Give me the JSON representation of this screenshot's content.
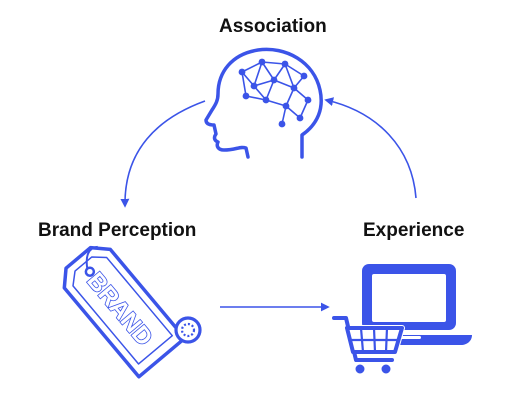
{
  "diagram": {
    "nodes": [
      {
        "id": "association",
        "label": "Association",
        "icon": "head-brain-network-icon"
      },
      {
        "id": "brand_perception",
        "label": "Brand Perception",
        "icon": "brand-tag-icon"
      },
      {
        "id": "experience",
        "label": "Experience",
        "icon": "laptop-shopping-cart-icon"
      }
    ],
    "edges": [
      {
        "from": "association",
        "to": "brand_perception"
      },
      {
        "from": "brand_perception",
        "to": "experience"
      },
      {
        "from": "experience",
        "to": "association"
      }
    ],
    "tag_text": "BRAND",
    "accent_color": "#3b54e8",
    "text_color": "#111111"
  }
}
